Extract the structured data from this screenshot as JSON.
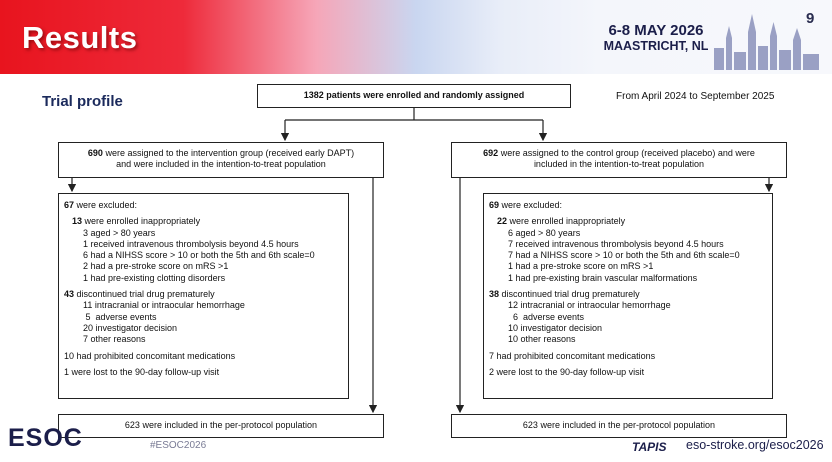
{
  "header": {
    "title": "Results",
    "event_dates": "6-8 MAY 2026",
    "event_place": "MAASTRICHT, NL",
    "page_number": "9",
    "colors": {
      "banner_red": "#e8141e",
      "navy": "#1b1e4a"
    }
  },
  "section_title": "Trial profile",
  "date_range": "From April 2024 to September 2025",
  "enrolled": "1382 patients were enrolled and randomly assigned",
  "intervention": {
    "count": "690",
    "assign_line1": " were assigned to the intervention group (received early DAPT)",
    "assign_line2": "and were included  in the intention-to-treat population",
    "excluded_count": "67",
    "excluded_label": " were excluded:",
    "inappropriate_count": "13",
    "inappropriate_label": " were enrolled inappropriately",
    "inappropriate_items": [
      "3 aged > 80 years",
      "1 received intravenous thrombolysis beyond 4.5 hours",
      "6 had a NIHSS score > 10 or both the 5th and 6th scale=0",
      "2 had a pre-stroke score on mRS >1",
      "1 had pre-existing clotting disorders"
    ],
    "discontinued_count": "43",
    "discontinued_label": " discontinued trial drug prematurely",
    "discontinued_items": [
      "11 intracranial or intraocular hemorrhage",
      " 5  adverse events",
      "20 investigator decision",
      "7 other reasons"
    ],
    "prohibited": "10 had prohibited concomitant medications",
    "lost": "1 were lost to the 90-day follow-up visit",
    "per_protocol": "623 were included  in the per-protocol population"
  },
  "control": {
    "count": "692",
    "assign_line1": " were assigned to the control group (received placebo) and were",
    "assign_line2": "included in the intention-to-treat population",
    "excluded_count": "69",
    "excluded_label": " were excluded:",
    "inappropriate_count": "22",
    "inappropriate_label": " were enrolled inappropriately",
    "inappropriate_items": [
      "6 aged > 80 years",
      "7 received intravenous thrombolysis beyond 4.5 hours",
      "7 had a NIHSS score > 10 or both the 5th and 6th scale=0",
      "1 had a pre-stroke score on mRS >1",
      "1 had pre-existing brain vascular malformations"
    ],
    "discontinued_count": "38",
    "discontinued_label": " discontinued trial drug prematurely",
    "discontinued_items": [
      "12 intracranial or intraocular hemorrhage",
      "  6  adverse events",
      "10 investigator decision",
      "10 other reasons"
    ],
    "prohibited": "7 had prohibited concomitant medications",
    "lost": "2 were lost to the 90-day follow-up visit",
    "per_protocol": "623 were included  in the per-protocol population"
  },
  "footer": {
    "logo": "ESOC",
    "hashtag": "#ESOC2026",
    "sponsor": "TAPIS",
    "url": "eso-stroke.org/esoc2026"
  }
}
